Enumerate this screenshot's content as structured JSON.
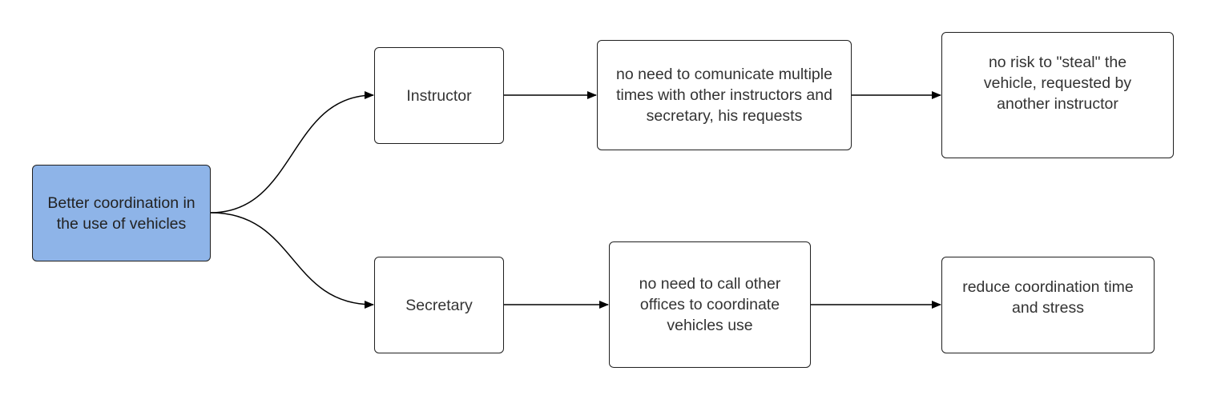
{
  "diagram": {
    "root": {
      "label": "Better coordination in the use of vehicles",
      "fill_color": "#8eb4e8"
    },
    "branches": [
      {
        "actor": "Instructor",
        "benefit": "no need to comunicate multiple times with other instructors and secretary, his requests",
        "outcome": "no risk to \"steal\" the vehicle, requested by another instructor"
      },
      {
        "actor": "Secretary",
        "benefit": "no need to call other offices to coordinate vehicles use",
        "outcome": "reduce coordination time and stress"
      }
    ],
    "line_color": "#000000",
    "border_color": "#1f1f1f"
  }
}
